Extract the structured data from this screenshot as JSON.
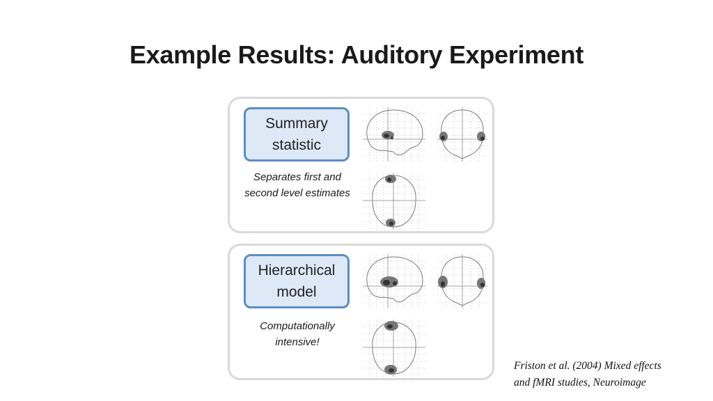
{
  "slide": {
    "title": "Example Results: Auditory Experiment"
  },
  "panels": [
    {
      "method_label": "Summary statistic",
      "note": "Separates first and second level estimates"
    },
    {
      "method_label": "Hierarchical model",
      "note": "Computationally intensive!"
    }
  ],
  "citation": {
    "line1": "Friston et al. (2004) Mixed effects",
    "line2": "and fMRI studies, Neuroimage"
  },
  "colors": {
    "method_box_fill": "#dde9f7",
    "method_box_border": "#5b8cc8",
    "panel_border": "#d9d9d9"
  }
}
